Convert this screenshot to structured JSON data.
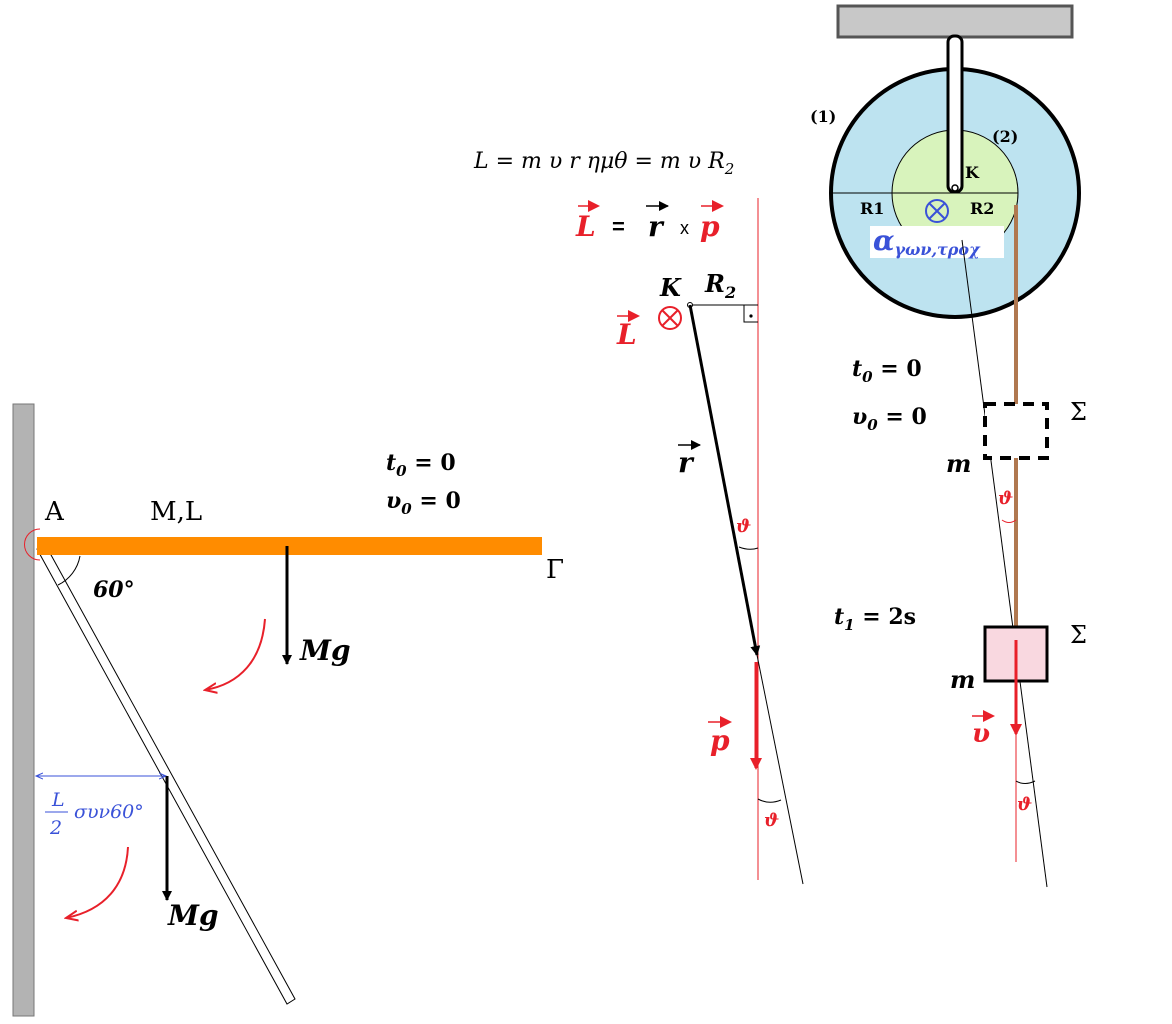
{
  "colors": {
    "wall": "#b3b3b3",
    "rod": "#ff8c00",
    "outer_disk": "#bde3f0",
    "inner_disk": "#d8f3bc",
    "ceiling": "#c8c8c8",
    "string": "#b07850",
    "block": "#f9d8e0",
    "vector_red": "#e8202a",
    "blue_text": "#3a52d8",
    "black": "#000000"
  },
  "rod_diagram": {
    "point_a": "A",
    "mass_length": "M,L",
    "point_gamma": "Γ",
    "t0": "t",
    "t0_sub": "0",
    "t0_val": " = 0",
    "v0": "υ",
    "v0_sub": "0",
    "v0_val": " = 0",
    "angle": "60°",
    "weight_top": "Mg",
    "weight_bottom": "Mg",
    "lever_num": "L",
    "lever_den": "2",
    "lever_text": "συν60°"
  },
  "momentum_diagram": {
    "formula": "L = m υ r ημθ = m υ R",
    "formula_sub": "2",
    "vector_l": "L",
    "equals": "=",
    "vector_r": "r",
    "cross": "x",
    "vector_p": "p",
    "point_k": "K",
    "radius": "R",
    "radius_sub": "2",
    "label_l": "L",
    "label_r": "r",
    "angle_top": "ϑ",
    "label_p": "p",
    "angle_bottom": "ϑ"
  },
  "pulley_diagram": {
    "label_1": "(1)",
    "label_2": "(2)",
    "label_k": "K",
    "label_r1": "R1",
    "label_r2": "R2",
    "alpha": "α",
    "alpha_sub": "γων,τροχ",
    "t0": "t",
    "t0_sub": "0",
    "t0_val": " = 0",
    "v0": "υ",
    "v0_sub": "0",
    "v0_val": " = 0",
    "sigma_top": "Σ",
    "mass_top": "m",
    "angle_mid": "ϑ",
    "t1": "t",
    "t1_sub": "1",
    "t1_val": " = 2s",
    "sigma_bottom": "Σ",
    "mass_bottom": "m",
    "label_v": "υ",
    "angle_bottom": "ϑ"
  }
}
